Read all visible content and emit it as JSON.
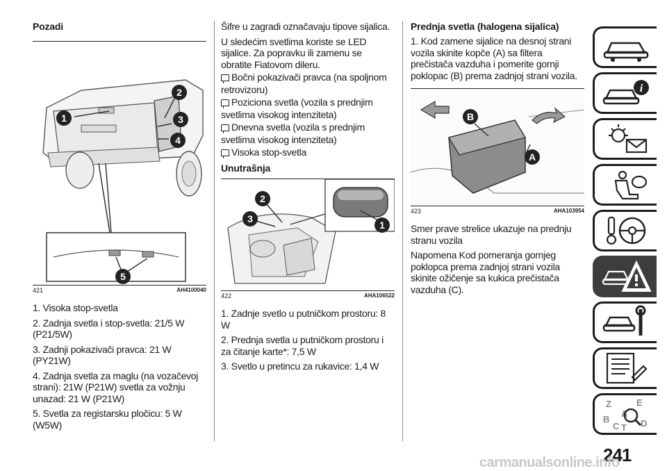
{
  "col1": {
    "heading": "Pozadi",
    "figure": {
      "number": "421",
      "code": "AH4100040",
      "callouts": [
        "1",
        "2",
        "3",
        "4",
        "5"
      ]
    },
    "items": [
      "1. Visoka stop-svetla",
      "2. Zadnja svetla i stop-svetla: 21/5 W (P21/5W)",
      "3. Zadnji pokazivači pravca: 21 W (PY21W)",
      "4. Zadnja svetla za maglu (na vozačevoj strani): 21W (P21W) svetla za vožnju unazad: 21 W (P21W)",
      "5. Svetla za registarsku pločicu: 5 W (W5W)"
    ]
  },
  "col2": {
    "intro1": "Šifre u zagradi označavaju tipove sijalica.",
    "intro2": "U sledećim svetlima koriste se LED sijalice. Za popravku ili zamenu se obratite Fiatovom dileru.",
    "bullets": [
      "Bočni pokazivači pravca (na spoljnom retrovizoru)",
      "Poziciona svetla (vozila s prednjim svetlima visokog intenziteta)",
      "Dnevna svetla (vozila s prednjim svetlima visokog intenziteta)",
      "Visoka stop-svetla"
    ],
    "heading": "Unutrašnja",
    "figure": {
      "number": "422",
      "code": "AHA106522",
      "callouts": [
        "1",
        "2",
        "3"
      ]
    },
    "items": [
      "1. Zadnje svetlo u putničkom prostoru: 8 W",
      "2. Prednja svetla u putničkom prostoru i za čitanje karte*: 7,5 W",
      "3. Svetlo u pretincu za rukavice: 1,4 W"
    ]
  },
  "col3": {
    "heading": "Prednja svetla (halogena sijalica)",
    "step1": "1. Kod zamene sijalice na desnoj strani vozila skinite kopče (A) sa filtera prečistača vazduha i pomerite gornji poklopac (B) prema zadnjoj strani vozila.",
    "figure": {
      "number": "423",
      "code": "AHA103954",
      "callouts": [
        "A",
        "B"
      ]
    },
    "para1": "Smer prave strelice ukazuje na prednju stranu vozila",
    "para2": "Napomena  Kod pomeranja gornjeg poklopca prema zadnjoj strani vozila skinite ožičenje sa kukica prečistača vazduha (C)."
  },
  "sidebar": {
    "tabs": [
      {
        "icon": "car-dashboard-icon",
        "active": false
      },
      {
        "icon": "car-info-icon",
        "active": false
      },
      {
        "icon": "warning-light-mail-icon",
        "active": false
      },
      {
        "icon": "airbag-seat-icon",
        "active": false
      },
      {
        "icon": "steering-wheel-key-icon",
        "active": true
      },
      {
        "icon": "warning-triangle-car-icon",
        "active": false
      },
      {
        "icon": "car-wrench-icon",
        "active": false
      },
      {
        "icon": "technical-data-icon",
        "active": false
      },
      {
        "icon": "alphabetical-index-icon",
        "active": false
      }
    ],
    "index_letters": [
      "Z",
      "E",
      "B",
      "A",
      "C",
      "T",
      "D"
    ]
  },
  "page_number": "241",
  "watermark": "carmanualsonline.info",
  "colors": {
    "active_tab": "#3d3d3d",
    "rule": "#8a8a8a",
    "text": "#1a1a1a"
  }
}
